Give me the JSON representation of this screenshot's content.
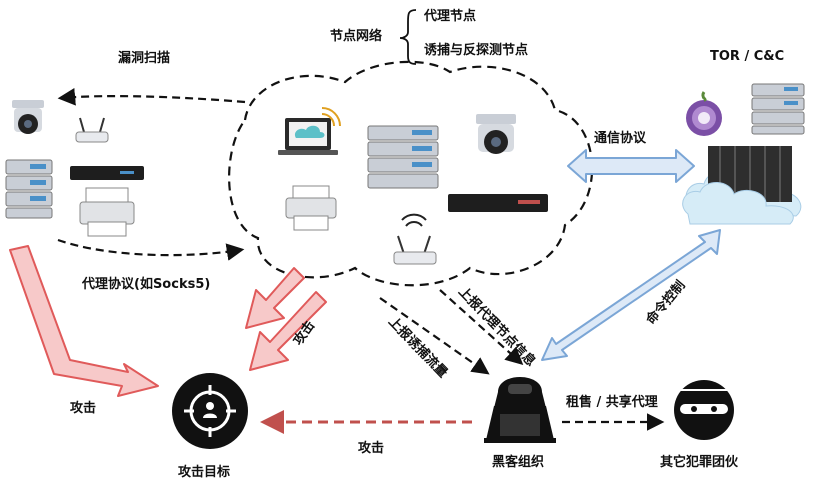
{
  "network_title": "节点网络",
  "node_types": [
    "代理节点",
    "诱捕与反探测节点"
  ],
  "tor_cc": "TOR / C&C",
  "scan_label": "漏洞扫描",
  "proxy_label": "代理协议(如Socks5)",
  "comm_label": "通信协议",
  "cmd_label": "命令控制",
  "report_proxy_label": "上报代理节点信息",
  "report_trap_label": "上报诱捕流量",
  "attack_labels": [
    "攻击",
    "攻击",
    "攻击"
  ],
  "rent_label": "租售 / 共享代理",
  "target_label": "攻击目标",
  "hacker_label": "黑客组织",
  "crime_label": "其它犯罪团伙",
  "colors": {
    "attack": "#e05a5a",
    "attack_fill": "#f7c9c9",
    "control": "#7ba6d6",
    "control_fill": "#dde9f7",
    "server": "#c9ced6",
    "cloud": "#d6ecf7"
  }
}
